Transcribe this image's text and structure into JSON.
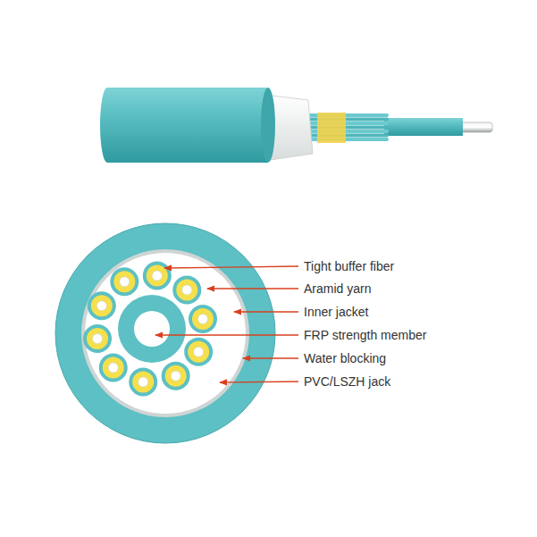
{
  "diagram": {
    "labels": [
      "Tight buffer fiber",
      "Aramid yarn",
      "Inner jacket",
      "FRP strength member",
      "Water blocking",
      "PVC/LSZH jack"
    ]
  }
}
